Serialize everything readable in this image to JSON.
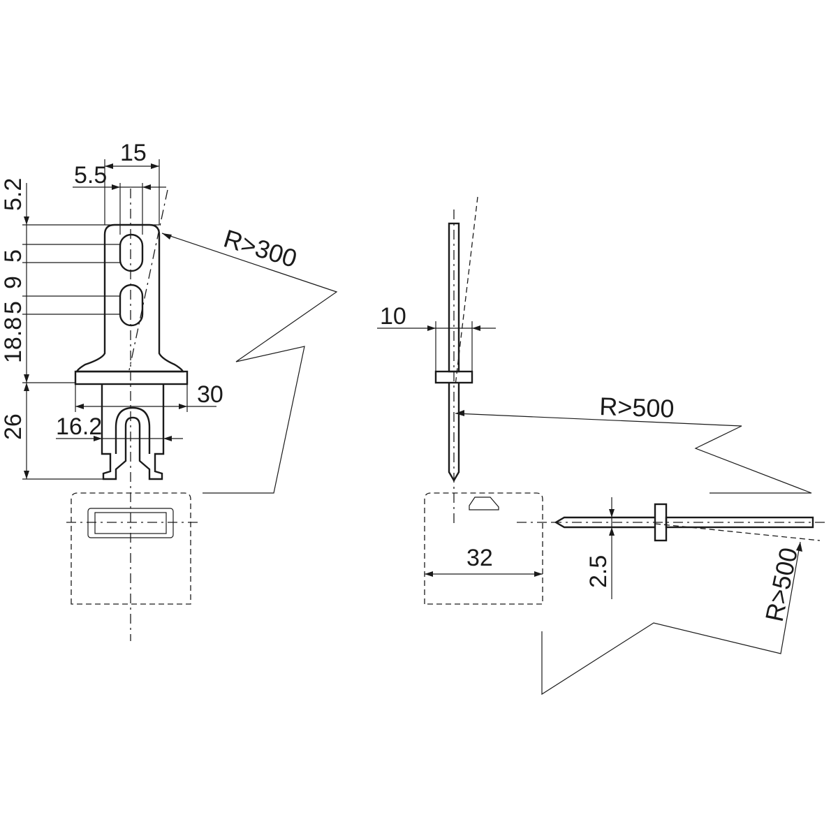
{
  "left_view": {
    "dims": {
      "width_top": "15",
      "slot_offset": "5.5",
      "top_gap": "5.2",
      "slot1_height": "5",
      "slot_gap": "9",
      "slot2_height": "5",
      "neck_height": "18.8",
      "flange_width": "30",
      "fork_width": "16.2",
      "fork_height": "26"
    },
    "radius_label": "R>300"
  },
  "right_view": {
    "dims": {
      "thickness": "10",
      "block_width": "32",
      "pin_dia": "2.5"
    },
    "radius_vertical_label": "R>500",
    "radius_horizontal_label": "R>500"
  }
}
